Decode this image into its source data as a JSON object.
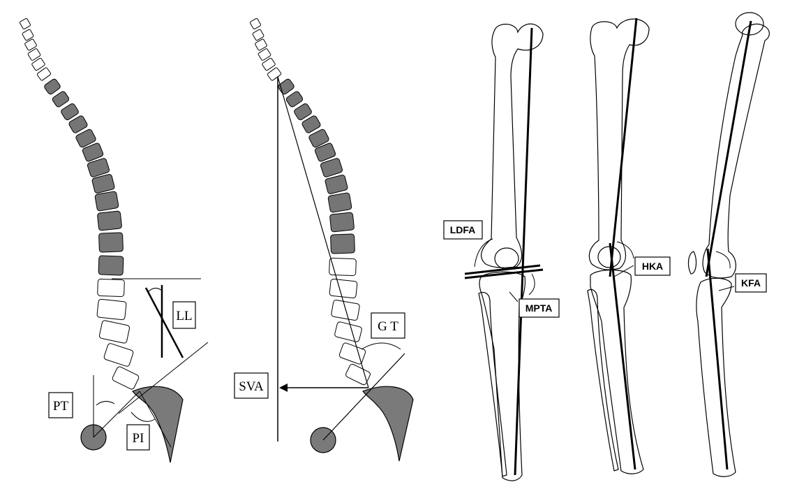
{
  "labels": {
    "ll": "LL",
    "pt": "PT",
    "pi": "PI",
    "sva": "SVA",
    "gt": "G T",
    "ldfa": "LDFA",
    "mpta": "MPTA",
    "hka": "HKA",
    "kfa": "KFA"
  },
  "colors": {
    "vertebra_shaded": "#757575",
    "vertebra_open": "#ffffff",
    "outline": "#000000",
    "femoral_head": "#7a7a7a"
  }
}
